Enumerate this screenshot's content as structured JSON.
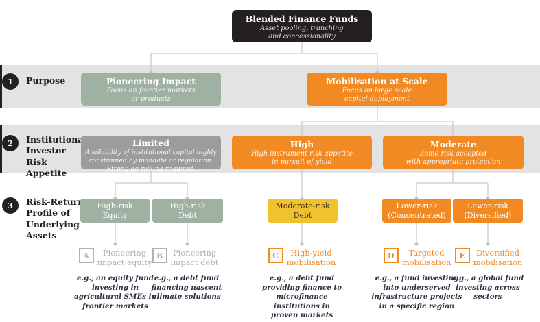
{
  "colors": {
    "orange": "#f18a23",
    "sage": "#9fb1a3",
    "gray": "#9b9c9e",
    "yellow": "#f2c12e",
    "black": "#242021",
    "band_gray": "#e3e3e4",
    "connector": "#c9c9c9"
  },
  "root": {
    "title": "Blended Finance Funds",
    "subtitle": "Asset pooling, tranching\nand concessionality"
  },
  "row_labels": [
    {
      "num": "1",
      "label": "Purpose"
    },
    {
      "num": "2",
      "label": "Institutional\nInvestor Risk\nAppetite"
    },
    {
      "num": "3",
      "label": "Risk-Return\nProfile of\nUnderlying\nAssets"
    }
  ],
  "purpose": {
    "pioneering": {
      "title": "Pioneering Impact",
      "subtitle": "Focus on frontier markets\nor products"
    },
    "mobilisation": {
      "title": "Mobilisation at Scale",
      "subtitle": "Focus on large scale\ncapital deployment"
    }
  },
  "risk_appetite": {
    "limited": {
      "title": "Limited",
      "subtitle": "Availability of institutional capital highly\nconstrained by mandate or regulation.\nStrong de-risking required."
    },
    "high": {
      "title": "High",
      "subtitle": "High instrument risk appetite\nin pursuit of yield"
    },
    "moderate": {
      "title": "Moderate",
      "subtitle": "Some risk accepted\nwith appropriate protection"
    }
  },
  "profiles": [
    {
      "label": "High-risk\nEquity"
    },
    {
      "label": "High-risk\nDebt"
    },
    {
      "label": "Moderate-risk\nDebt"
    },
    {
      "label": "Lower-risk\n(Concentrated)"
    },
    {
      "label": "Lower-risk\n(Diversified)"
    }
  ],
  "strategies": [
    {
      "letter": "A",
      "label": "Pioneering\nimpact equity",
      "example": "e.g., an equity fund\ninvesting in\nagricultural SMEs in\nfrontier markets"
    },
    {
      "letter": "B",
      "label": "Pioneering\nimpact debt",
      "example": "e.g., a debt fund\nfinancing nascent\nclimate solutions"
    },
    {
      "letter": "C",
      "label": "High-yield\nmobilisation",
      "example": "e.g., a debt fund\nproviding finance to\nmicrofinance\ninstitutions in\nproven markets"
    },
    {
      "letter": "D",
      "label": "Targeted\nmobilisation",
      "example": "e.g., a fund investing\ninto underserved\ninfrastructure projects\nin a specific region"
    },
    {
      "letter": "E",
      "label": "Diversified\nmobilisation",
      "example": "e.g., a global fund\ninvesting across\nsectors"
    }
  ]
}
